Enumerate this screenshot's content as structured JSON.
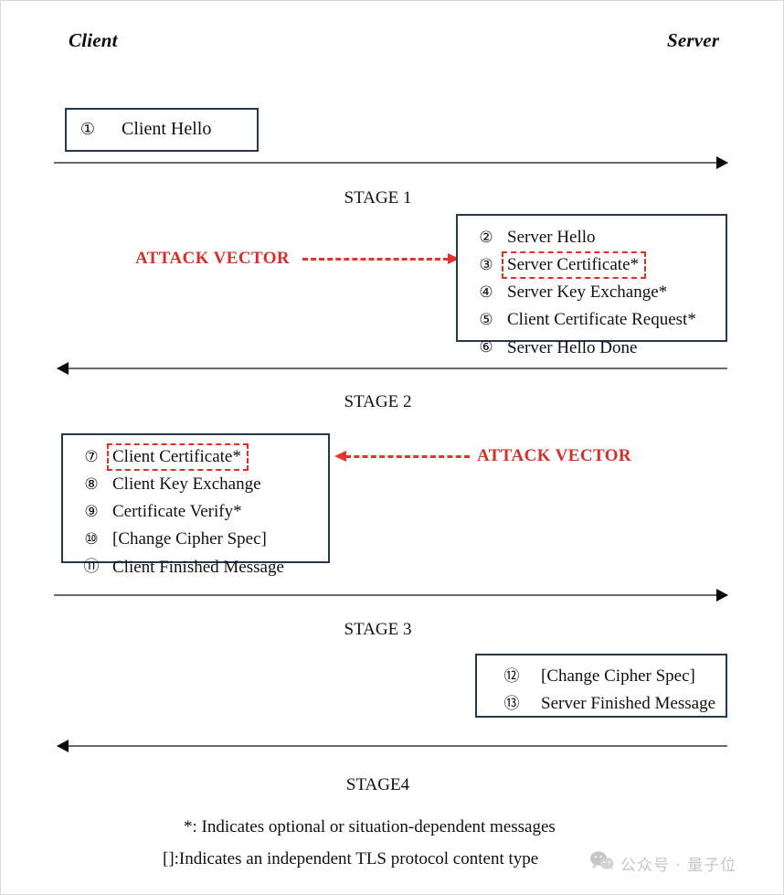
{
  "diagram": {
    "title_client": "Client",
    "title_server": "Server",
    "colors": {
      "box_border": "#27374f",
      "attack_red": "#d4302a",
      "dashed_red": "#e0352b",
      "arrow_shaft": "#666b70",
      "watermark_gray": "#c6c6c6"
    }
  },
  "boxes": {
    "client_hello": {
      "messages": [
        {
          "num": "①",
          "text": "Client Hello",
          "highlight": false
        }
      ]
    },
    "server_stage1": {
      "messages": [
        {
          "num": "②",
          "text": "Server Hello",
          "highlight": false
        },
        {
          "num": "③",
          "text": "Server Certificate*",
          "highlight": true
        },
        {
          "num": "④",
          "text": "Server Key Exchange*",
          "highlight": false
        },
        {
          "num": "⑤",
          "text": "Client Certificate Request*",
          "highlight": false
        },
        {
          "num": "⑥",
          "text": "Server Hello Done",
          "highlight": false
        }
      ]
    },
    "client_stage2": {
      "messages": [
        {
          "num": "⑦",
          "text": "Client Certificate*",
          "highlight": true
        },
        {
          "num": "⑧",
          "text": "Client Key Exchange",
          "highlight": false
        },
        {
          "num": "⑨",
          "text": "Certificate Verify*",
          "highlight": false
        },
        {
          "num": "⑩",
          "text": "[Change Cipher Spec]",
          "highlight": false
        },
        {
          "num": "⑪",
          "text": "Client Finished Message",
          "highlight": false
        }
      ]
    },
    "server_stage3": {
      "messages": [
        {
          "num": "⑫",
          "text": "[Change Cipher Spec]",
          "highlight": false
        },
        {
          "num": "⑬",
          "text": "Server Finished Message",
          "highlight": false
        }
      ]
    }
  },
  "stages": [
    {
      "label": "STAGE 1"
    },
    {
      "label": "STAGE 2"
    },
    {
      "label": "STAGE 3"
    },
    {
      "label": "STAGE4"
    }
  ],
  "attack_vectors": [
    {
      "label": "ATTACK VECTOR",
      "direction": "right"
    },
    {
      "label": "ATTACK VECTOR",
      "direction": "left"
    }
  ],
  "footnotes": [
    "*: Indicates optional or situation-dependent messages",
    "[]:Indicates an independent TLS protocol content type"
  ],
  "watermark": {
    "icon": "wechat-icon",
    "text": "公众号 · 量子位"
  }
}
